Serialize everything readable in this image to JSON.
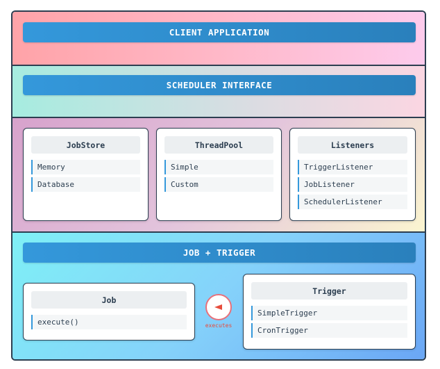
{
  "layers": {
    "client": {
      "title": "CLIENT APPLICATION"
    },
    "scheduler": {
      "title": "SCHEDULER INTERFACE"
    },
    "components": [
      {
        "title": "JobStore",
        "items": [
          "Memory",
          "Database"
        ]
      },
      {
        "title": "ThreadPool",
        "items": [
          "Simple",
          "Custom"
        ]
      },
      {
        "title": "Listeners",
        "items": [
          "TriggerListener",
          "JobListener",
          "SchedulerListener"
        ]
      }
    ],
    "job_trigger": {
      "title": "JOB + TRIGGER",
      "job": {
        "title": "Job",
        "items": [
          "execute()"
        ]
      },
      "trigger": {
        "title": "Trigger",
        "items": [
          "SimpleTrigger",
          "CronTrigger"
        ]
      },
      "relation": {
        "label": "executes",
        "icon": "arrow-left-icon",
        "color": "#e74c3c"
      }
    }
  },
  "colors": {
    "banner": "#3498db",
    "border": "#2c3e50",
    "accent": "#e74c3c"
  }
}
